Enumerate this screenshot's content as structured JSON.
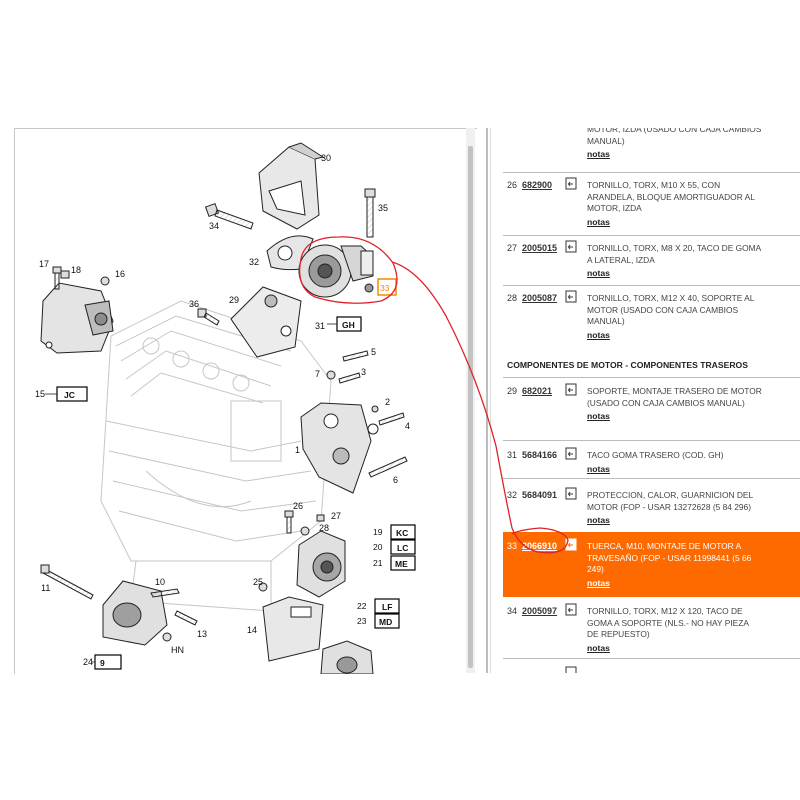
{
  "viewer": {
    "callouts": [
      "30",
      "34",
      "35",
      "32",
      "31",
      "GH",
      "33",
      "17",
      "18",
      "16",
      "15",
      "JC",
      "36",
      "29",
      "5",
      "7",
      "3",
      "2",
      "4",
      "6",
      "1",
      "19",
      "KC",
      "20",
      "LC",
      "21",
      "ME",
      "26",
      "27",
      "28",
      "11",
      "25",
      "10",
      "13",
      "9",
      "HN",
      "14",
      "24",
      "22",
      "LF",
      "23",
      "MD"
    ]
  },
  "parts_list": {
    "section_heading": "COMPONENTES DE MOTOR - COMPONENTES TRASEROS",
    "notes_label": "notas",
    "items": [
      {
        "num": "",
        "code": "",
        "desc": "MOTOR, IZDA (USADO CON CAJA CAMBIOS MANUAL)"
      },
      {
        "num": "26",
        "code": "682900",
        "desc": "TORNILLO, TORX, M10 X 55, CON ARANDELA, BLOQUE AMORTIGUADOR AL MOTOR, IZDA"
      },
      {
        "num": "27",
        "code": "2005015",
        "desc": "TORNILLO, TORX, M8 X 20, TACO DE GOMA A LATERAL, IZDA"
      },
      {
        "num": "28",
        "code": "2005087",
        "desc": "TORNILLO, TORX, M12 X 40, SOPORTE AL MOTOR (USADO CON CAJA CAMBIOS MANUAL)"
      },
      {
        "num": "29",
        "code": "682021",
        "desc": "SOPORTE, MONTAJE TRASERO DE MOTOR (USADO CON CAJA CAMBIOS MANUAL)"
      },
      {
        "num": "31",
        "code": "5684166",
        "desc": "TACO GOMA TRASERO (COD. GH)"
      },
      {
        "num": "32",
        "code": "5684091",
        "desc": "PROTECCION, CALOR, GUARNICION DEL MOTOR (FOP - USAR 13272628 (5 84 296)"
      },
      {
        "num": "33",
        "code": "2066910",
        "desc": "TUERCA, M10, MONTAJE DE MOTOR A TRAVESAÑO (FOP - USAR 11998441 (5 66 249)"
      },
      {
        "num": "34",
        "code": "2005097",
        "desc": "TORNILLO, TORX, M12 X 120, TACO DE GOMA A SOPORTE (NLS.- NO HAY PIEZA DE REPUESTO)"
      }
    ]
  },
  "colors": {
    "highlight": "#ff6a00",
    "annotation": "#e0202a",
    "callout_box_border": "#000000",
    "callout_33": "#f28c00"
  }
}
